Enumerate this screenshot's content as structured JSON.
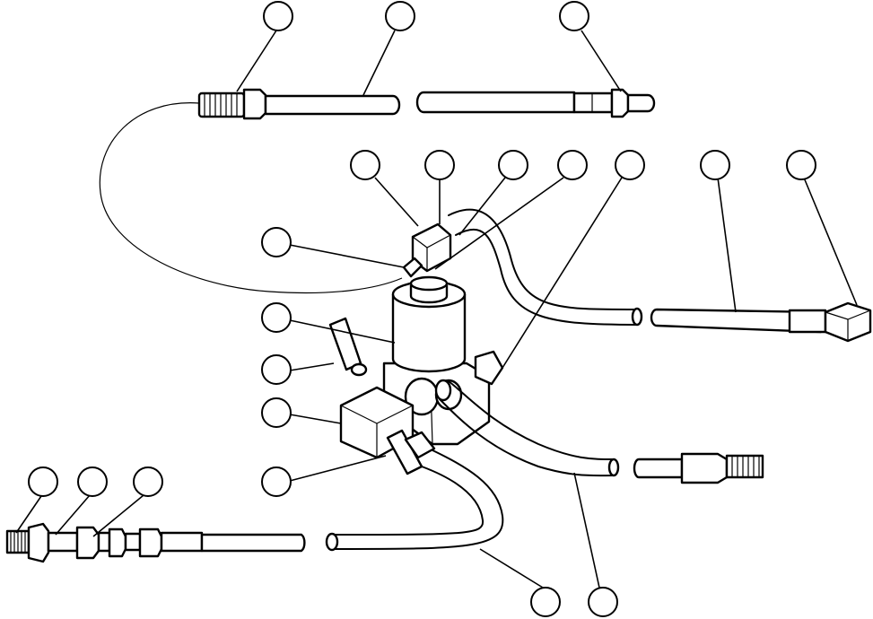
{
  "diagram": {
    "description_visible_text": "",
    "callouts": [
      {
        "id": "c1",
        "label": ""
      },
      {
        "id": "c2",
        "label": ""
      },
      {
        "id": "c3",
        "label": ""
      },
      {
        "id": "c4",
        "label": ""
      },
      {
        "id": "c5",
        "label": ""
      },
      {
        "id": "c6",
        "label": ""
      },
      {
        "id": "c7",
        "label": ""
      },
      {
        "id": "c8",
        "label": ""
      },
      {
        "id": "c9",
        "label": ""
      },
      {
        "id": "c10",
        "label": ""
      },
      {
        "id": "c11",
        "label": ""
      },
      {
        "id": "c12",
        "label": ""
      },
      {
        "id": "c13",
        "label": ""
      },
      {
        "id": "c14",
        "label": ""
      },
      {
        "id": "c15",
        "label": ""
      },
      {
        "id": "c16",
        "label": ""
      },
      {
        "id": "c17",
        "label": ""
      },
      {
        "id": "c18",
        "label": ""
      },
      {
        "id": "c19",
        "label": ""
      },
      {
        "id": "c20",
        "label": ""
      },
      {
        "id": "c21",
        "label": ""
      }
    ],
    "stroke_color": "#000000",
    "background_color": "#ffffff"
  }
}
